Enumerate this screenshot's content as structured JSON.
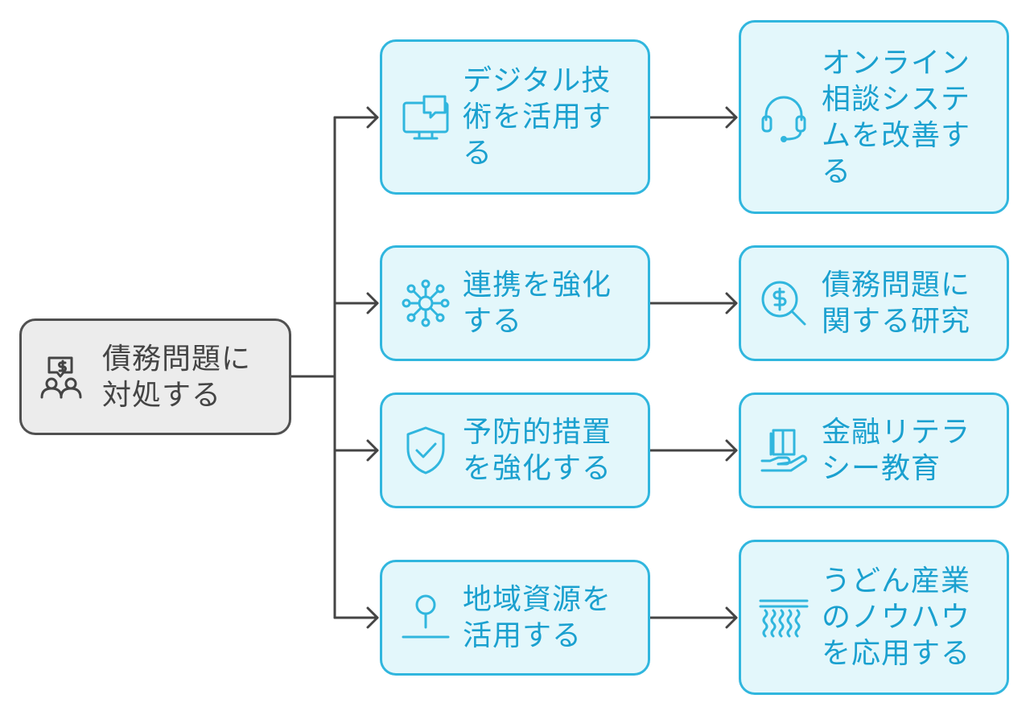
{
  "colors": {
    "accent": "#30b6de",
    "accent_text": "#1aa0cf",
    "accent_fill": "#e3f7fb",
    "root_fill": "#ececec",
    "root_stroke": "#505050",
    "connector": "#444444"
  },
  "root": {
    "label": "債務問題に対処する",
    "icon": "money-people-icon"
  },
  "branches": [
    {
      "strategy": {
        "label": "デジタル技術を活用する",
        "icon": "monitor-chat-icon"
      },
      "outcome": {
        "label": "オンライン相談システムを改善する",
        "icon": "headset-icon"
      }
    },
    {
      "strategy": {
        "label": "連携を強化する",
        "icon": "network-hub-icon"
      },
      "outcome": {
        "label": "債務問題に関する研究",
        "icon": "money-search-icon"
      }
    },
    {
      "strategy": {
        "label": "予防的措置を強化する",
        "icon": "shield-check-icon"
      },
      "outcome": {
        "label": "金融リテラシー教育",
        "icon": "book-hand-icon"
      }
    },
    {
      "strategy": {
        "label": "地域資源を活用する",
        "icon": "location-pin-icon"
      },
      "outcome": {
        "label": "うどん産業のノウハウを応用する",
        "icon": "noodles-icon"
      }
    }
  ]
}
